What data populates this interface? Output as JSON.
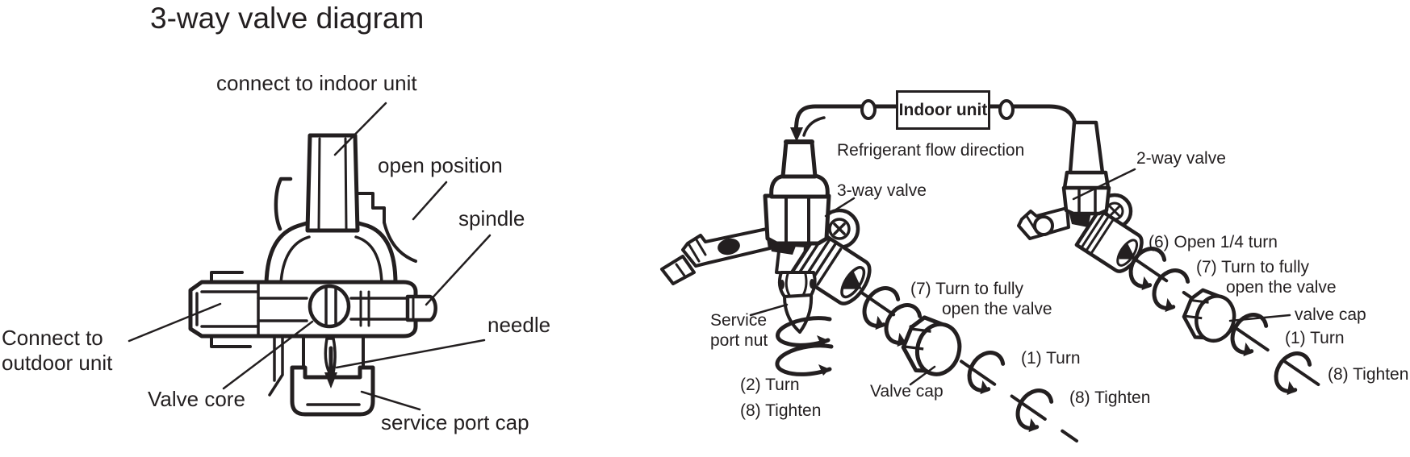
{
  "colors": {
    "ink": "#231f20",
    "background": "#ffffff"
  },
  "icons": {
    "flow_arrow": "down-arrowhead on pipe into 3-way valve",
    "rotation_arrow": "curled C-shaped turn arrow",
    "pipe_union": "small oval fitting on pipe line"
  },
  "left_diagram": {
    "title": "3-way valve diagram",
    "labels": {
      "connect_indoor": "connect to indoor unit",
      "open_position": "open position",
      "spindle": "spindle",
      "needle": "needle",
      "connect_outdoor_line1": "Connect to",
      "connect_outdoor_line2": "outdoor unit",
      "valve_core": "Valve core",
      "service_port_cap": "service port cap"
    }
  },
  "right_diagram": {
    "indoor_unit": "Indoor unit",
    "flow_direction": "Refrigerant flow direction",
    "three_way_valve": "3-way valve",
    "two_way_valve": "2-way valve",
    "service_port_nut_line1": "Service",
    "service_port_nut_line2": "port nut",
    "steps": {
      "turn_2": "(2) Turn",
      "tighten_8_left": "(8) Tighten",
      "valve_cap_mid": "Valve cap",
      "turn_fully_mid_line1": "(7) Turn to fully",
      "turn_fully_mid_line2": "open the valve",
      "turn_1_mid": "(1) Turn",
      "tighten_8_mid": "(8) Tighten",
      "open_quarter": "(6) Open 1/4 turn",
      "turn_fully_right_line1": "(7) Turn to fully",
      "turn_fully_right_line2": "open the valve",
      "valve_cap_right": "valve cap",
      "turn_1_right": "(1) Turn",
      "tighten_8_right": "(8) Tighten"
    }
  }
}
